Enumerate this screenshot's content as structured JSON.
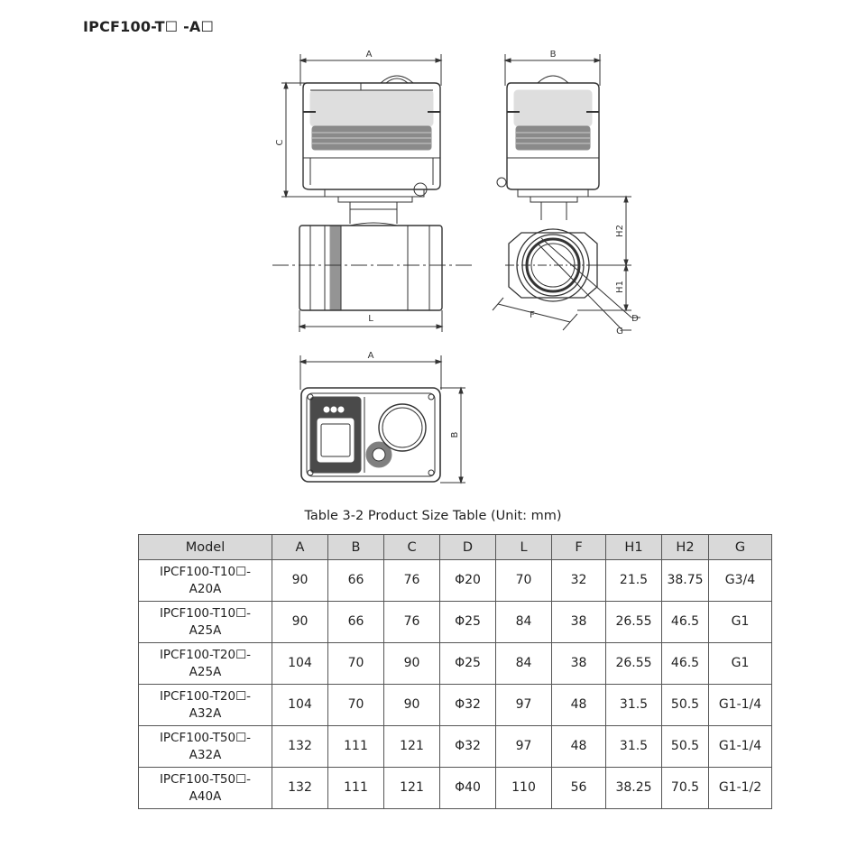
{
  "title": "IPCF100-T☐ -A☐",
  "drawing_labels": {
    "front_A": "A",
    "front_C": "C",
    "front_L": "L",
    "side_B": "B",
    "side_H2": "H2",
    "side_H1": "H1",
    "side_F": "F",
    "side_D": "D",
    "side_G": "G",
    "top_A": "A",
    "top_B": "B"
  },
  "table": {
    "caption": "Table 3-2 Product Size Table (Unit: mm)",
    "headers": [
      "Model",
      "A",
      "B",
      "C",
      "D",
      "L",
      "F",
      "H1",
      "H2",
      "G"
    ],
    "rows": [
      [
        "IPCF100-T10☐-\nA20A",
        "90",
        "66",
        "76",
        "Φ20",
        "70",
        "32",
        "21.5",
        "38.75",
        "G3/4"
      ],
      [
        "IPCF100-T10☐-\nA25A",
        "90",
        "66",
        "76",
        "Φ25",
        "84",
        "38",
        "26.55",
        "46.5",
        "G1"
      ],
      [
        "IPCF100-T20☐-\nA25A",
        "104",
        "70",
        "90",
        "Φ25",
        "84",
        "38",
        "26.55",
        "46.5",
        "G1"
      ],
      [
        "IPCF100-T20☐-\nA32A",
        "104",
        "70",
        "90",
        "Φ32",
        "97",
        "48",
        "31.5",
        "50.5",
        "G1-1/4"
      ],
      [
        "IPCF100-T50☐-\nA32A",
        "132",
        "111",
        "121",
        "Φ32",
        "97",
        "48",
        "31.5",
        "50.5",
        "G1-1/4"
      ],
      [
        "IPCF100-T50☐-\nA40A",
        "132",
        "111",
        "121",
        "Φ40",
        "110",
        "56",
        "38.25",
        "70.5",
        "G1-1/2"
      ]
    ]
  }
}
